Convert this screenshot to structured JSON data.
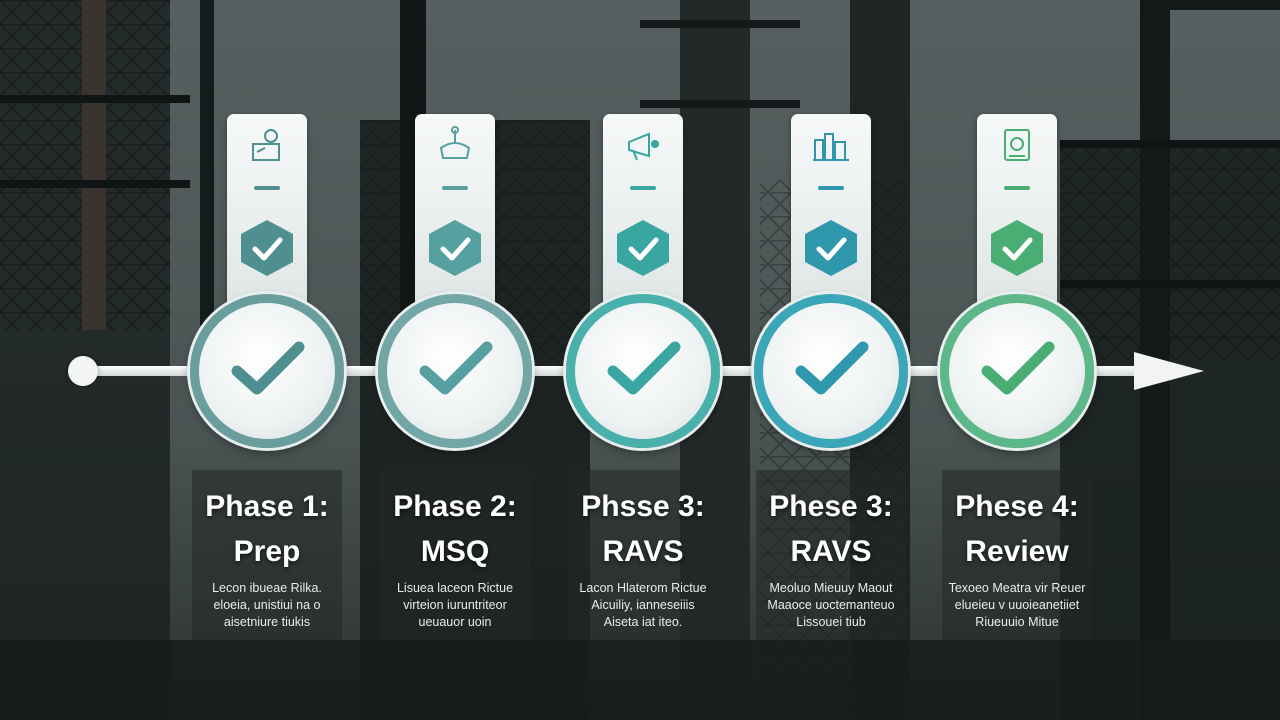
{
  "colors": {
    "sky": "#5b6564",
    "structure": "#1f2525",
    "line": "#ffffff"
  },
  "phases": [
    {
      "title_line1": "Phase 1:",
      "title_line2": "Prep",
      "desc": [
        "Lecon ibueae Rilka.",
        "eloeia, unistiui na o",
        "aisetniure tiukis"
      ],
      "accent": "#6a9e9e",
      "check": "#4f8f8f",
      "icon": "clipboard-icon"
    },
    {
      "title_line1": "Phase 2:",
      "title_line2": "MSQ",
      "desc": [
        "Lisuea laceon Rictue",
        "virteion iuruntriteor",
        "ueuauor uoin"
      ],
      "accent": "#73a6a6",
      "check": "#57a0a0",
      "icon": "tray-icon"
    },
    {
      "title_line1": "Phsse 3:",
      "title_line2": "RAVS",
      "desc": [
        "Lacon Hlaterom Rictue",
        "Aicuiliy, ianneseiiis",
        "Aiseta iat iteo."
      ],
      "accent": "#4ab0ac",
      "check": "#3aa6a2",
      "icon": "megaphone-icon"
    },
    {
      "title_line1": "Phese 3:",
      "title_line2": "RAVS",
      "desc": [
        "Meoluo Mieuuy Maout",
        "Maaoce uoctemanteuo",
        "Lissouei tiub"
      ],
      "accent": "#3aa6b8",
      "check": "#2f98ad",
      "icon": "factory-icon"
    },
    {
      "title_line1": "Phese 4:",
      "title_line2": "Review",
      "desc": [
        "Texoeo Meatra vir Reuer",
        "elueieu v uuoieanetiiet",
        "Riueuuio Mitue"
      ],
      "accent": "#5cb888",
      "check": "#4aae74",
      "icon": "document-check-icon"
    }
  ]
}
